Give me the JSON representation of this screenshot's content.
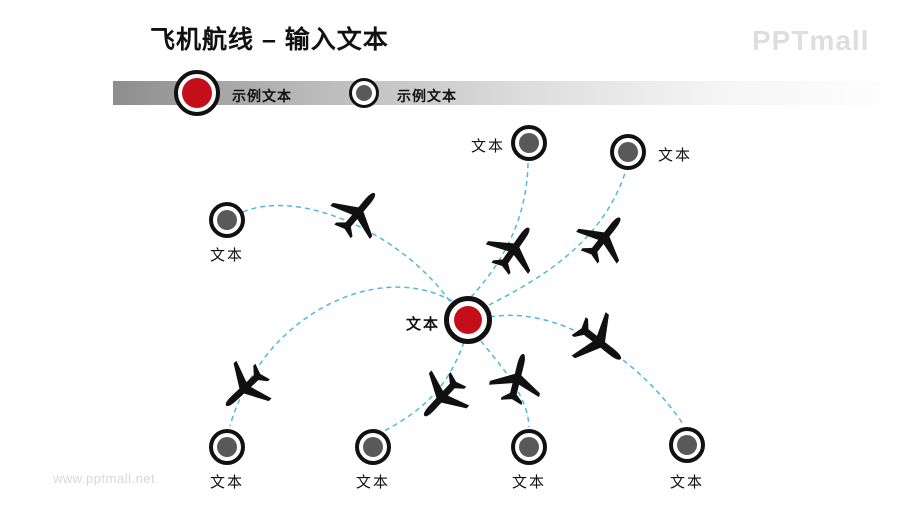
{
  "title": "飞机航线 – 输入文本",
  "logo": "PPTmall",
  "watermark": "www.pptmall.net",
  "legend": {
    "items": [
      {
        "label": "示例文本",
        "color": "#c40f1a"
      },
      {
        "label": "示例文本",
        "color": "#595959"
      }
    ]
  },
  "center_node": {
    "label": "文本"
  },
  "nodes": [
    {
      "id": "left",
      "label": "文本"
    },
    {
      "id": "top",
      "label": "文本"
    },
    {
      "id": "top-right",
      "label": "文本"
    },
    {
      "id": "bottom-1",
      "label": "文本"
    },
    {
      "id": "bottom-2",
      "label": "文本"
    },
    {
      "id": "bottom-3",
      "label": "文本"
    },
    {
      "id": "bottom-right",
      "label": "文本"
    }
  ],
  "colors": {
    "red": "#c40f1a",
    "gray": "#595959",
    "ring": "#111111",
    "blue": "#55b7d8"
  }
}
